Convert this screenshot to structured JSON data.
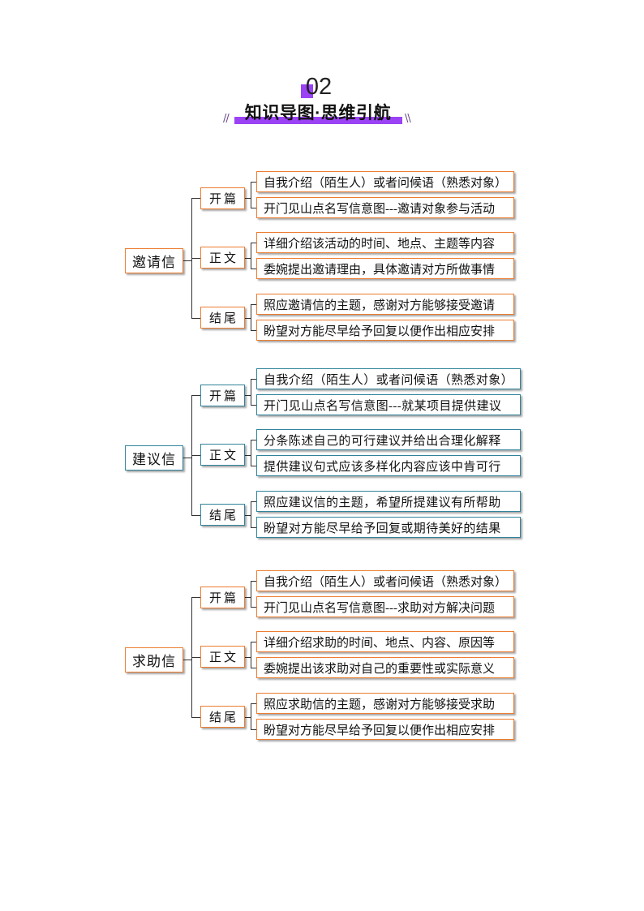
{
  "header": {
    "number": "02",
    "title": "知识导图·思维引航",
    "deco_left": "//",
    "deco_right": "\\\\",
    "accent_color": "#9b42f5"
  },
  "maps": [
    {
      "root": "邀请信",
      "border_color": "#ed7d31",
      "branches": [
        {
          "label": "开篇",
          "leaves": [
            "自我介绍（陌生人）或者问候语（熟悉对象）",
            "开门见山点名写信意图---邀请对象参与活动"
          ]
        },
        {
          "label": "正文",
          "leaves": [
            "详细介绍该活动的时间、地点、主题等内容",
            "委婉提出邀请理由，具体邀请对方所做事情"
          ]
        },
        {
          "label": "结尾",
          "leaves": [
            "照应邀请信的主题，感谢对方能够接受邀请",
            "盼望对方能尽早给予回复以便作出相应安排"
          ]
        }
      ]
    },
    {
      "root": "建议信",
      "border_color": "#31849b",
      "branches": [
        {
          "label": "开篇",
          "leaves": [
            "自我介绍（陌生人）或者问候语（熟悉对象）",
            "开门见山点名写信意图---就某项目提供建议"
          ]
        },
        {
          "label": "正文",
          "leaves": [
            "分条陈述自己的可行建议并给出合理化解释",
            "提供建议句式应该多样化内容应该中肯可行"
          ]
        },
        {
          "label": "结尾",
          "leaves": [
            "照应建议信的主题，希望所提建议有所帮助",
            "盼望对方能尽早给予回复或期待美好的结果"
          ]
        }
      ]
    },
    {
      "root": "求助信",
      "border_color": "#ed7d31",
      "branches": [
        {
          "label": "开篇",
          "leaves": [
            "自我介绍（陌生人）或者问候语（熟悉对象）",
            "开门见山点名写信意图---求助对方解决问题"
          ]
        },
        {
          "label": "正文",
          "leaves": [
            "详细介绍求助的时间、地点、内容、原因等",
            "委婉提出该求助对自己的重要性或实际意义"
          ]
        },
        {
          "label": "结尾",
          "leaves": [
            "照应求助信的主题，感谢对方能够接受求助",
            "盼望对方能尽早给予回复以便作出相应安排"
          ]
        }
      ]
    }
  ]
}
